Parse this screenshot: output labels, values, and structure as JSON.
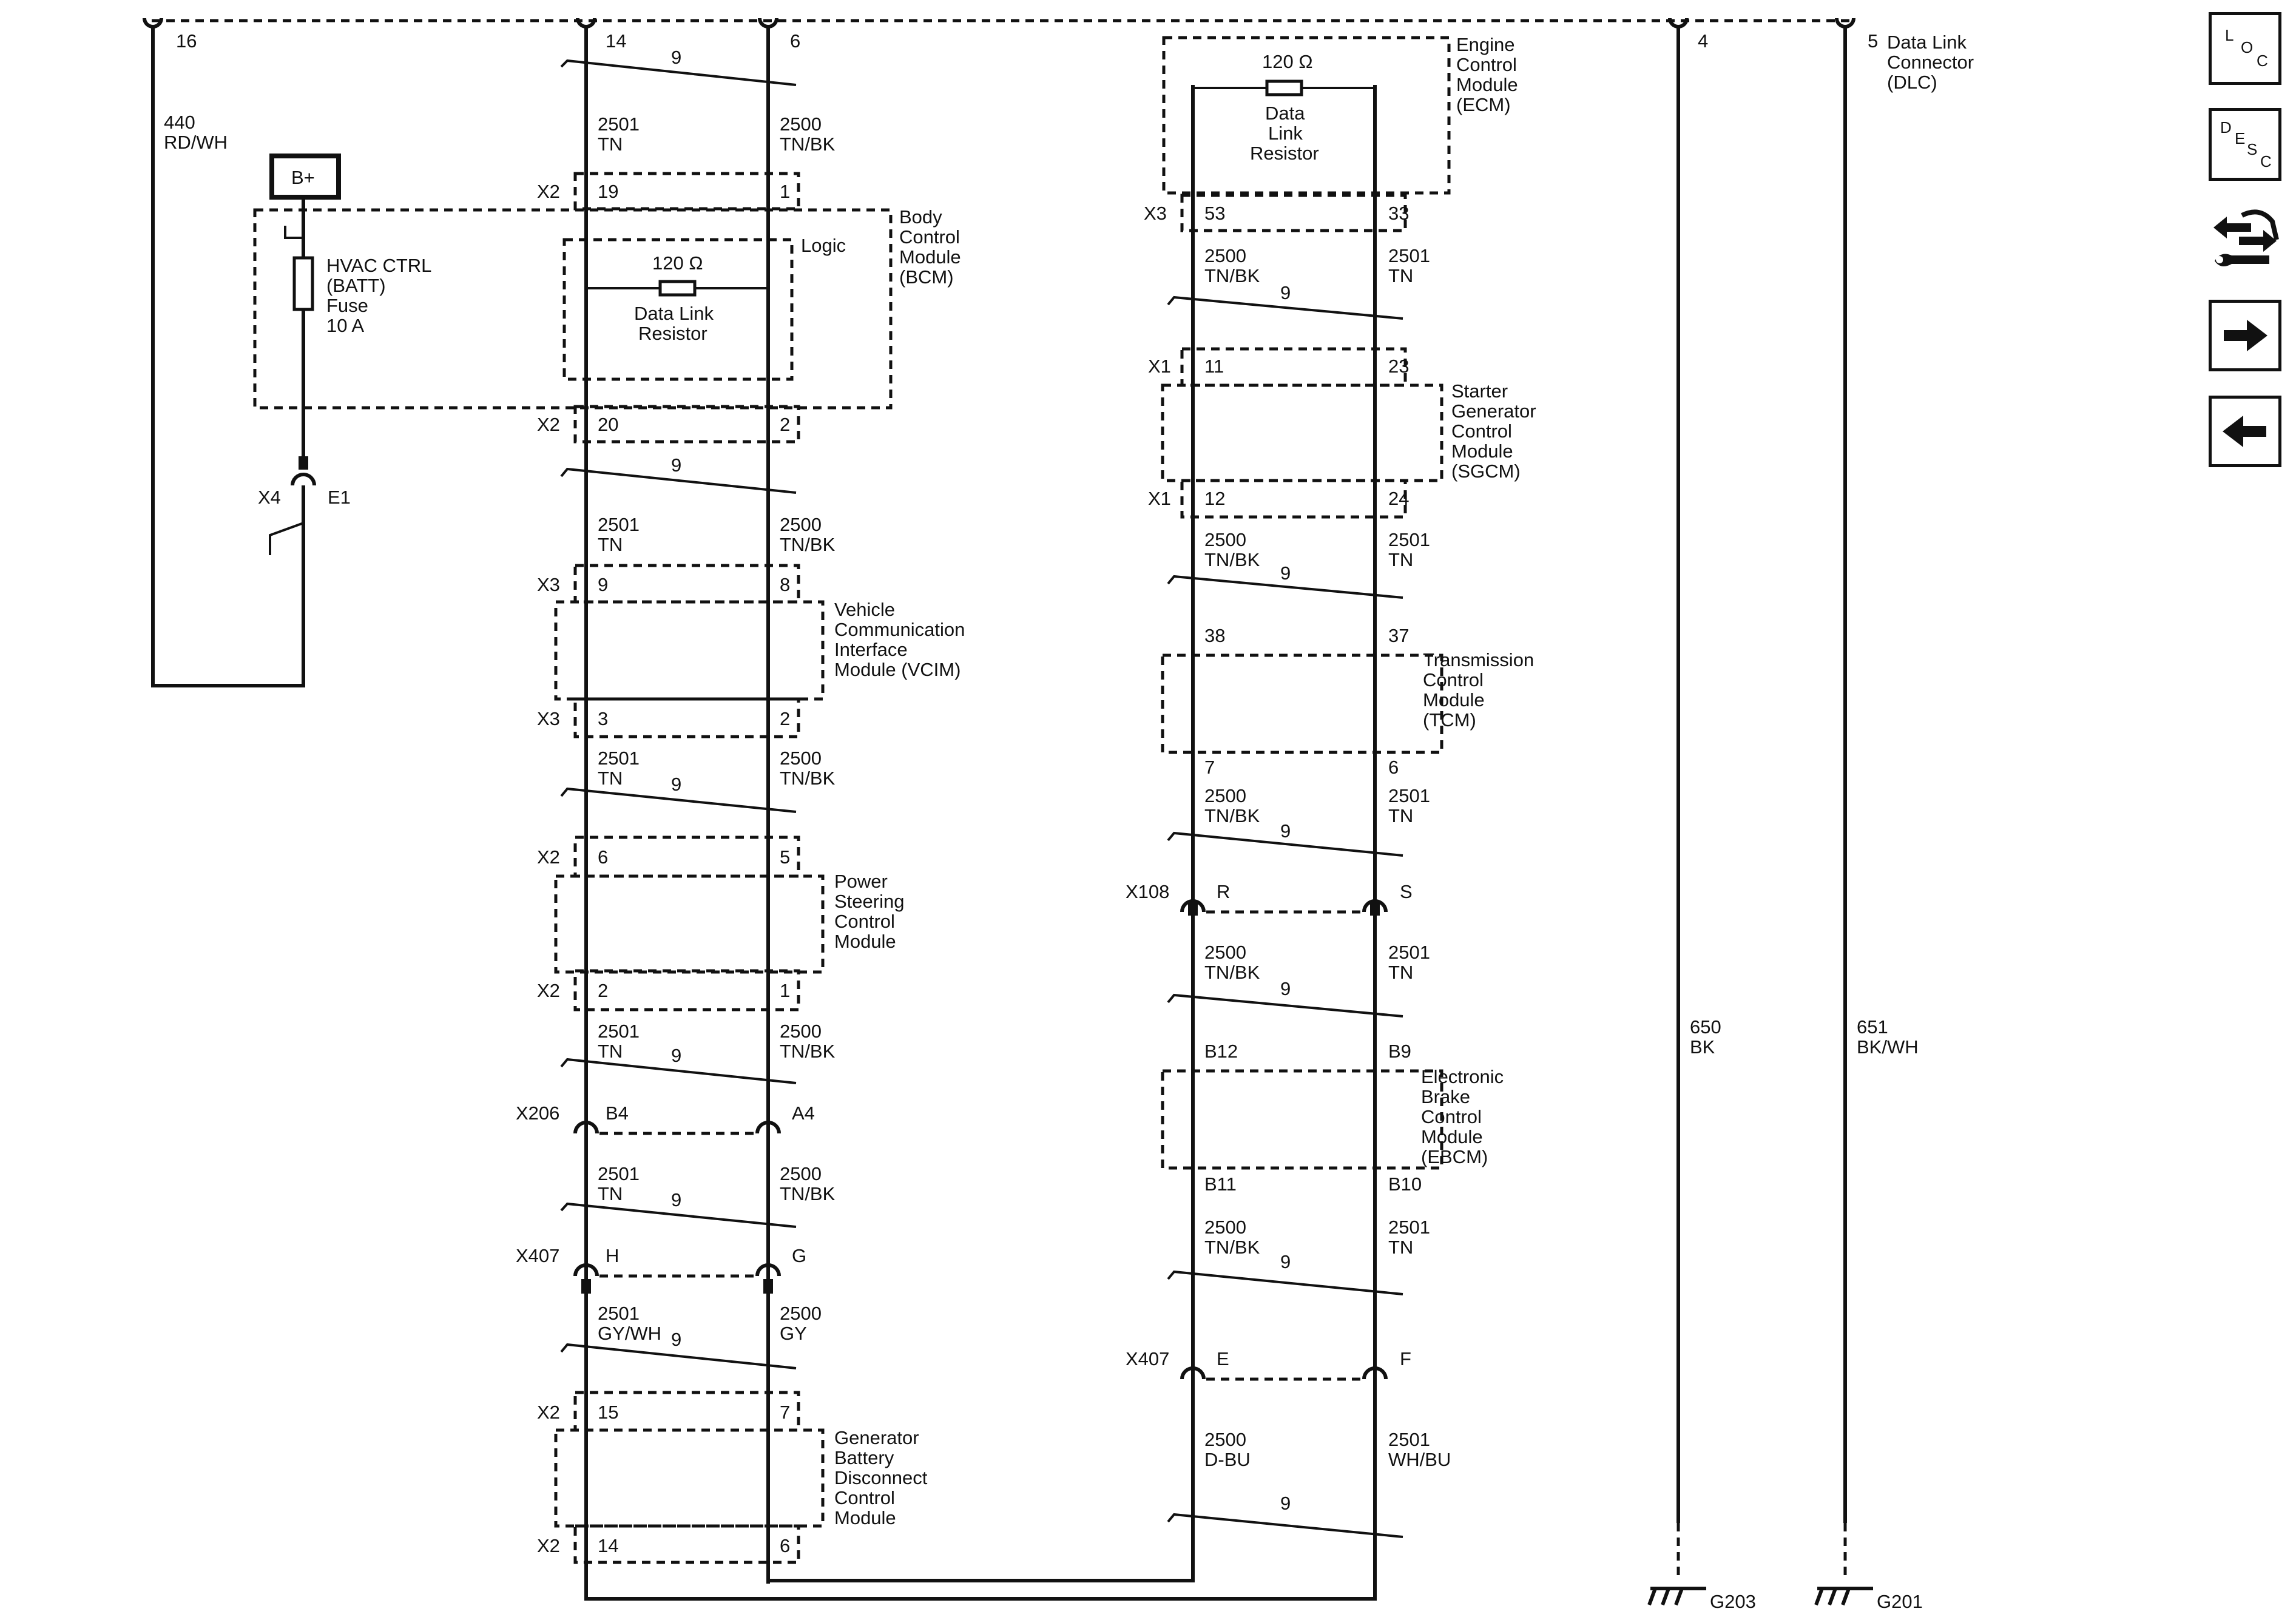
{
  "top_pins": [
    "16",
    "14",
    "6",
    "4",
    "5"
  ],
  "dlc_label": [
    "Data Link",
    "Connector",
    "(DLC)"
  ],
  "wire_440": [
    "440",
    "RD/WH"
  ],
  "bplus": "B+",
  "fuse_label": [
    "HVAC CTRL",
    "(BATT)",
    "Fuse",
    "10 A"
  ],
  "x4": "X4",
  "e1": "E1",
  "resistor_value": "120 Ω",
  "resistor_label": [
    "Data Link",
    "Resistor"
  ],
  "resistor_label_ecm": [
    "Data",
    "Link",
    "Resistor"
  ],
  "twist": "9",
  "logic": "Logic",
  "modules": {
    "bcm": [
      "Body",
      "Control",
      "Module",
      "(BCM)"
    ],
    "vcim": [
      "Vehicle",
      "Communication",
      "Interface",
      "Module (VCIM)"
    ],
    "pscm": [
      "Power",
      "Steering",
      "Control",
      "Module"
    ],
    "gbdcm": [
      "Generator",
      "Battery",
      "Disconnect",
      "Control",
      "Module"
    ],
    "ecm": [
      "Engine",
      "Control",
      "Module",
      "(ECM)"
    ],
    "sgcm": [
      "Starter",
      "Generator",
      "Control",
      "Module",
      "(SGCM)"
    ],
    "tcm": [
      "Transmission",
      "Control",
      "Module",
      "(TCM)"
    ],
    "ebcm": [
      "Electronic",
      "Brake",
      "Control",
      "Module",
      "(EBCM)"
    ]
  },
  "connectors": {
    "bcm_top": {
      "id": "X2",
      "left": "19",
      "right": "1"
    },
    "bcm_bottom": {
      "id": "X2",
      "left": "20",
      "right": "2"
    },
    "vcim_top": {
      "id": "X3",
      "left": "9",
      "right": "8"
    },
    "vcim_bottom": {
      "id": "X3",
      "left": "3",
      "right": "2"
    },
    "pscm_top": {
      "id": "X2",
      "left": "6",
      "right": "5"
    },
    "pscm_bottom": {
      "id": "X2",
      "left": "2",
      "right": "1"
    },
    "x206": {
      "id": "X206",
      "left": "B4",
      "right": "A4"
    },
    "x407_left": {
      "id": "X407",
      "left": "H",
      "right": "G"
    },
    "gbdcm_top": {
      "id": "X2",
      "left": "15",
      "right": "7"
    },
    "gbdcm_bottom": {
      "id": "X2",
      "left": "14",
      "right": "6"
    },
    "ecm": {
      "id": "X3",
      "left": "53",
      "right": "33"
    },
    "sgcm_top": {
      "id": "X1",
      "left": "11",
      "right": "23"
    },
    "sgcm_bottom": {
      "id": "X1",
      "left": "12",
      "right": "24"
    },
    "tcm_top": {
      "left": "38",
      "right": "37"
    },
    "tcm_bottom": {
      "left": "7",
      "right": "6"
    },
    "x108": {
      "id": "X108",
      "left": "R",
      "right": "S"
    },
    "ebcm_top": {
      "left": "B12",
      "right": "B9"
    },
    "ebcm_bottom": {
      "left": "B11",
      "right": "B10"
    },
    "x407_right": {
      "id": "X407",
      "left": "E",
      "right": "F"
    }
  },
  "wires_left": [
    {
      "left": [
        "2501",
        "TN"
      ],
      "right": [
        "2500",
        "TN/BK"
      ]
    },
    {
      "left": [
        "2501",
        "TN"
      ],
      "right": [
        "2500",
        "TN/BK"
      ]
    },
    {
      "left": [
        "2501",
        "TN"
      ],
      "right": [
        "2500",
        "TN/BK"
      ]
    },
    {
      "left": [
        "2501",
        "TN"
      ],
      "right": [
        "2500",
        "TN/BK"
      ]
    },
    {
      "left": [
        "2501",
        "TN"
      ],
      "right": [
        "2500",
        "TN/BK"
      ]
    },
    {
      "left": [
        "2501",
        "GY/WH"
      ],
      "right": [
        "2500",
        "GY"
      ]
    }
  ],
  "wires_right": [
    {
      "left": [
        "2500",
        "TN/BK"
      ],
      "right": [
        "2501",
        "TN"
      ]
    },
    {
      "left": [
        "2500",
        "TN/BK"
      ],
      "right": [
        "2501",
        "TN"
      ]
    },
    {
      "left": [
        "2500",
        "TN/BK"
      ],
      "right": [
        "2501",
        "TN"
      ]
    },
    {
      "left": [
        "2500",
        "TN/BK"
      ],
      "right": [
        "2501",
        "TN"
      ]
    },
    {
      "left": [
        "2500",
        "TN/BK"
      ],
      "right": [
        "2501",
        "TN"
      ]
    },
    {
      "left": [
        "2500",
        "D-BU"
      ],
      "right": [
        "2501",
        "WH/BU"
      ]
    }
  ],
  "ground_wires": {
    "g203": {
      "wire": [
        "650",
        "BK"
      ],
      "ground": "G203"
    },
    "g201": {
      "wire": [
        "651",
        "BK/WH"
      ],
      "ground": "G201"
    }
  },
  "nav": {
    "loc": [
      "L",
      "O",
      "C"
    ],
    "desc": [
      "D",
      "E",
      "S",
      "C"
    ],
    "buttons": [
      "tools-icon",
      "arrow-right-icon",
      "arrow-left-icon"
    ]
  }
}
